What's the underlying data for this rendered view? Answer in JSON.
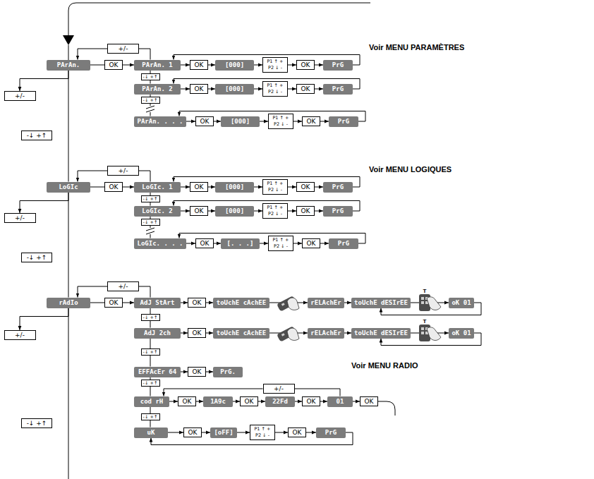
{
  "diagram": {
    "nodes": [
      {
        "text": [
          "PArAn."
        ]
      },
      {
        "text": [
          "+/-"
        ]
      },
      {
        "text": [
          "OK"
        ]
      },
      {
        "text": [
          "PArAn. 1"
        ]
      },
      {
        "text": [
          "OK"
        ]
      },
      {
        "text": [
          "[000]"
        ]
      },
      {
        "text": [
          "P1 ↑ +",
          "P2 ↓ -"
        ]
      },
      {
        "text": [
          "OK"
        ]
      },
      {
        "text": [
          "PrG"
        ]
      },
      {
        "text": [
          "-↓ +↑"
        ]
      },
      {
        "text": [
          "PArAn. 2"
        ]
      },
      {
        "text": [
          "OK"
        ]
      },
      {
        "text": [
          "[000]"
        ]
      },
      {
        "text": [
          "P1 ↑ +",
          "P2 ↓ -"
        ]
      },
      {
        "text": [
          "OK"
        ]
      },
      {
        "text": [
          "PrG"
        ]
      },
      {
        "text": [
          "-↓ +↑"
        ]
      },
      {
        "text": [
          "PArAn. . . ."
        ]
      },
      {
        "text": [
          "OK"
        ]
      },
      {
        "text": [
          "[000]"
        ]
      },
      {
        "text": [
          "P1 ↑ +",
          "P2 ↓ -"
        ]
      },
      {
        "text": [
          "OK"
        ]
      },
      {
        "text": [
          "PrG"
        ]
      },
      {
        "text": [
          "+/-"
        ]
      },
      {
        "text": [
          "-↓ +↑"
        ]
      },
      {
        "text": [
          "LoGIc"
        ]
      },
      {
        "text": [
          "+/-"
        ]
      },
      {
        "text": [
          "OK"
        ]
      },
      {
        "text": [
          "LoGIc. 1"
        ]
      },
      {
        "text": [
          "OK"
        ]
      },
      {
        "text": [
          "[000]"
        ]
      },
      {
        "text": [
          "P1 ↑ +",
          "P2 ↓ -"
        ]
      },
      {
        "text": [
          "OK"
        ]
      },
      {
        "text": [
          "PrG"
        ]
      },
      {
        "text": [
          "-↓ +↑"
        ]
      },
      {
        "text": [
          "LoGIc. 2"
        ]
      },
      {
        "text": [
          "OK"
        ]
      },
      {
        "text": [
          "[000]"
        ]
      },
      {
        "text": [
          "P1 ↑ +",
          "P2 ↓ -"
        ]
      },
      {
        "text": [
          "OK"
        ]
      },
      {
        "text": [
          "PrG"
        ]
      },
      {
        "text": [
          "-↓ +↑"
        ]
      },
      {
        "text": [
          "LoGIc. . . ."
        ]
      },
      {
        "text": [
          "OK"
        ]
      },
      {
        "text": [
          "[. . .]"
        ]
      },
      {
        "text": [
          "P1 ↑ +",
          "P2 ↓ -"
        ]
      },
      {
        "text": [
          "OK"
        ]
      },
      {
        "text": [
          "PrG"
        ]
      },
      {
        "text": [
          "+/-"
        ]
      },
      {
        "text": [
          "-↓ +↑"
        ]
      },
      {
        "text": [
          "rAdIo"
        ]
      },
      {
        "text": [
          "+/-"
        ]
      },
      {
        "text": [
          "OK"
        ]
      },
      {
        "text": [
          "AdJ StArt"
        ]
      },
      {
        "text": [
          "OK"
        ]
      },
      {
        "text": [
          "toUchE cAchEE"
        ]
      },
      {
        "text": [
          "rELAchEr"
        ]
      },
      {
        "text": [
          "toUchE dESIrEE"
        ]
      },
      {
        "text": [
          "oK 01"
        ]
      },
      {
        "text": [
          "-↓ +↑"
        ]
      },
      {
        "text": [
          "AdJ 2ch"
        ]
      },
      {
        "text": [
          "OK"
        ]
      },
      {
        "text": [
          "toUchE cAchEE"
        ]
      },
      {
        "text": [
          "rELAchEr"
        ]
      },
      {
        "text": [
          "toUchE dESIrEE"
        ]
      },
      {
        "text": [
          "oK 01"
        ]
      },
      {
        "text": [
          "-↓ +↑"
        ]
      },
      {
        "text": [
          "EFFAcEr 64"
        ]
      },
      {
        "text": [
          "OK"
        ]
      },
      {
        "text": [
          "PrG."
        ]
      },
      {
        "text": [
          "-↓ +↑"
        ]
      },
      {
        "text": [
          "cod rH"
        ]
      },
      {
        "text": [
          "OK"
        ]
      },
      {
        "text": [
          "1A9c"
        ]
      },
      {
        "text": [
          "OK"
        ]
      },
      {
        "text": [
          "22Fd"
        ]
      },
      {
        "text": [
          "OK"
        ]
      },
      {
        "text": [
          "01"
        ]
      },
      {
        "text": [
          "OK"
        ]
      },
      {
        "text": [
          "+/-"
        ]
      },
      {
        "text": [
          "-↓ +↑"
        ]
      },
      {
        "text": [
          "uK"
        ]
      },
      {
        "text": [
          "OK"
        ]
      },
      {
        "text": [
          "[oFF]"
        ]
      },
      {
        "text": [
          "P1 ↑ +",
          "P2 ↓ -"
        ]
      },
      {
        "text": [
          "OK"
        ]
      },
      {
        "text": [
          "PrG"
        ]
      },
      {
        "text": [
          "+/-"
        ]
      },
      {
        "text": [
          "-↓ +↑"
        ]
      }
    ],
    "edges": [
      {
        "from": 0,
        "to": 2,
        "arrow": "none"
      },
      {
        "from": 2,
        "to": 3,
        "arrow": "to"
      },
      {
        "from": 3,
        "to": 4,
        "arrow": "to"
      },
      {
        "from": 4,
        "to": 5,
        "arrow": "to"
      },
      {
        "from": 5,
        "to": 6,
        "arrow": "to"
      },
      {
        "from": 6,
        "to": 7,
        "arrow": "to"
      },
      {
        "from": 7,
        "to": 8,
        "arrow": "to"
      },
      {
        "from": 8,
        "to": 3,
        "arrow": "to"
      },
      {
        "from": 3,
        "to": 9,
        "arrow": "none"
      },
      {
        "from": 9,
        "to": 10,
        "arrow": "none"
      },
      {
        "from": 10,
        "to": 11,
        "arrow": "to"
      },
      {
        "from": 11,
        "to": 12,
        "arrow": "to"
      },
      {
        "from": 12,
        "to": 13,
        "arrow": "to"
      },
      {
        "from": 13,
        "to": 14,
        "arrow": "to"
      },
      {
        "from": 14,
        "to": 15,
        "arrow": "to"
      },
      {
        "from": 15,
        "to": 10,
        "arrow": "to"
      },
      {
        "from": 10,
        "to": 16,
        "arrow": "none"
      },
      {
        "from": 16,
        "to": 17,
        "arrow": "none"
      },
      {
        "from": 17,
        "to": 18,
        "arrow": "to"
      },
      {
        "from": 18,
        "to": 19,
        "arrow": "to"
      },
      {
        "from": 19,
        "to": 20,
        "arrow": "to"
      },
      {
        "from": 20,
        "to": 21,
        "arrow": "to"
      },
      {
        "from": 21,
        "to": 22,
        "arrow": "to"
      },
      {
        "from": 22,
        "to": 17,
        "arrow": "to"
      },
      {
        "from": 3,
        "to": 1,
        "arrow": "none"
      },
      {
        "from": 1,
        "to": 0,
        "arrow": "to"
      },
      {
        "from": 0,
        "to": 23,
        "arrow": "to"
      },
      {
        "from": 0,
        "to": 25,
        "arrow": "none"
      },
      {
        "from": 25,
        "to": 27,
        "arrow": "none"
      },
      {
        "from": 27,
        "to": 28,
        "arrow": "to"
      },
      {
        "from": 28,
        "to": 29,
        "arrow": "to"
      },
      {
        "from": 29,
        "to": 30,
        "arrow": "to"
      },
      {
        "from": 30,
        "to": 31,
        "arrow": "to"
      },
      {
        "from": 31,
        "to": 32,
        "arrow": "to"
      },
      {
        "from": 32,
        "to": 33,
        "arrow": "to"
      },
      {
        "from": 33,
        "to": 28,
        "arrow": "to"
      },
      {
        "from": 28,
        "to": 34,
        "arrow": "none"
      },
      {
        "from": 34,
        "to": 35,
        "arrow": "none"
      },
      {
        "from": 35,
        "to": 36,
        "arrow": "to"
      },
      {
        "from": 36,
        "to": 37,
        "arrow": "to"
      },
      {
        "from": 37,
        "to": 38,
        "arrow": "to"
      },
      {
        "from": 38,
        "to": 39,
        "arrow": "to"
      },
      {
        "from": 39,
        "to": 40,
        "arrow": "to"
      },
      {
        "from": 40,
        "to": 35,
        "arrow": "to"
      },
      {
        "from": 35,
        "to": 41,
        "arrow": "none"
      },
      {
        "from": 41,
        "to": 42,
        "arrow": "none"
      },
      {
        "from": 42,
        "to": 43,
        "arrow": "to"
      },
      {
        "from": 43,
        "to": 44,
        "arrow": "to"
      },
      {
        "from": 44,
        "to": 45,
        "arrow": "to"
      },
      {
        "from": 45,
        "to": 46,
        "arrow": "to"
      },
      {
        "from": 46,
        "to": 47,
        "arrow": "to"
      },
      {
        "from": 47,
        "to": 42,
        "arrow": "to"
      },
      {
        "from": 28,
        "to": 26,
        "arrow": "none"
      },
      {
        "from": 26,
        "to": 25,
        "arrow": "to"
      },
      {
        "from": 25,
        "to": 48,
        "arrow": "to"
      },
      {
        "from": 25,
        "to": 50,
        "arrow": "none"
      },
      {
        "from": 50,
        "to": 52,
        "arrow": "none"
      },
      {
        "from": 52,
        "to": 53,
        "arrow": "to"
      },
      {
        "from": 53,
        "to": 54,
        "arrow": "to"
      },
      {
        "from": 54,
        "to": 55,
        "arrow": "to"
      },
      {
        "from": 55,
        "to": 56,
        "arrow": "to"
      },
      {
        "from": 56,
        "to": 57,
        "arrow": "to"
      },
      {
        "from": 57,
        "to": 58,
        "arrow": "to"
      },
      {
        "from": 58,
        "to": 57,
        "arrow": "to"
      },
      {
        "from": 53,
        "to": 59,
        "arrow": "none"
      },
      {
        "from": 59,
        "to": 60,
        "arrow": "none"
      },
      {
        "from": 60,
        "to": 61,
        "arrow": "to"
      },
      {
        "from": 61,
        "to": 62,
        "arrow": "to"
      },
      {
        "from": 62,
        "to": 63,
        "arrow": "to"
      },
      {
        "from": 63,
        "to": 64,
        "arrow": "to"
      },
      {
        "from": 64,
        "to": 65,
        "arrow": "to"
      },
      {
        "from": 65,
        "to": 64,
        "arrow": "to"
      },
      {
        "from": 60,
        "to": 66,
        "arrow": "none"
      },
      {
        "from": 66,
        "to": 67,
        "arrow": "none"
      },
      {
        "from": 67,
        "to": 68,
        "arrow": "to"
      },
      {
        "from": 68,
        "to": 69,
        "arrow": "to"
      },
      {
        "from": 67,
        "to": 70,
        "arrow": "none"
      },
      {
        "from": 70,
        "to": 71,
        "arrow": "none"
      },
      {
        "from": 71,
        "to": 72,
        "arrow": "to"
      },
      {
        "from": 72,
        "to": 73,
        "arrow": "to"
      },
      {
        "from": 73,
        "to": 74,
        "arrow": "to"
      },
      {
        "from": 74,
        "to": 75,
        "arrow": "to"
      },
      {
        "from": 75,
        "to": 76,
        "arrow": "to"
      },
      {
        "from": 76,
        "to": 77,
        "arrow": "to"
      },
      {
        "from": 77,
        "to": 78,
        "arrow": "to"
      },
      {
        "from": 77,
        "to": 79,
        "arrow": "none"
      },
      {
        "from": 79,
        "to": 71,
        "arrow": "to"
      },
      {
        "from": 71,
        "to": 80,
        "arrow": "none"
      },
      {
        "from": 80,
        "to": 81,
        "arrow": "none"
      },
      {
        "from": 81,
        "to": 82,
        "arrow": "to"
      },
      {
        "from": 82,
        "to": 83,
        "arrow": "to"
      },
      {
        "from": 83,
        "to": 84,
        "arrow": "to"
      },
      {
        "from": 84,
        "to": 85,
        "arrow": "to"
      },
      {
        "from": 85,
        "to": 86,
        "arrow": "to"
      },
      {
        "from": 86,
        "to": 81,
        "arrow": "to"
      },
      {
        "from": 53,
        "to": 51,
        "arrow": "none"
      },
      {
        "from": 51,
        "to": 50,
        "arrow": "to"
      },
      {
        "from": 50,
        "to": 87,
        "arrow": "to"
      }
    ],
    "labels": [
      "Voir MENU PARAMÈTRES",
      "Voir MENU LOGIQUES",
      "Voir MENU RADIO",
      "T",
      "T"
    ]
  }
}
